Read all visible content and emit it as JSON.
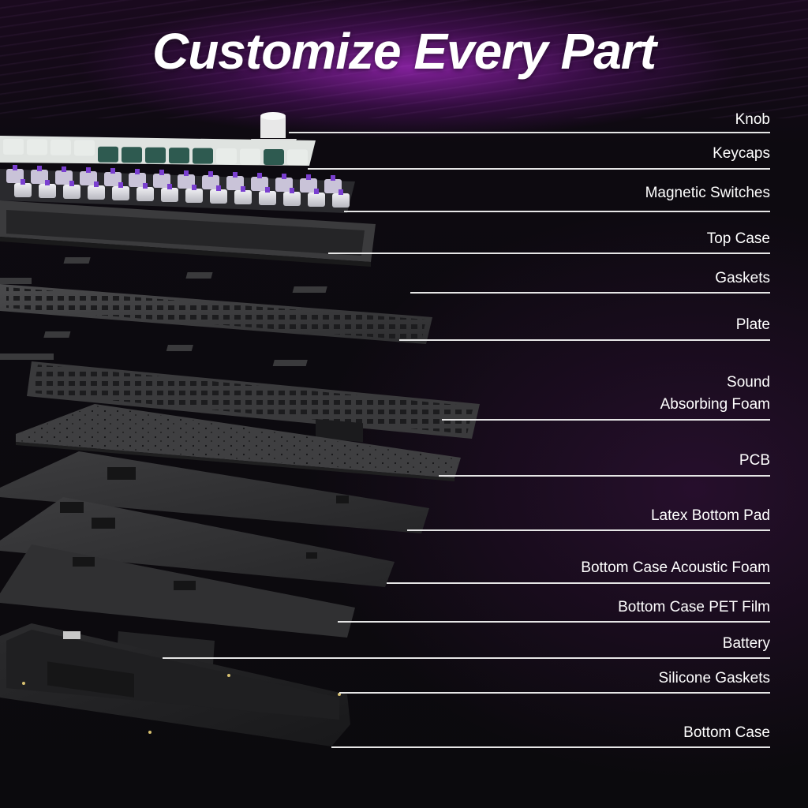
{
  "headline": "Customize Every Part",
  "colors": {
    "accent_glow": "#a828c8",
    "label_text": "#ffffff",
    "leader_line": "#e6e6e6",
    "switch_purple": "#7a3fd0",
    "keycap_green": "#2e5a50",
    "keycap_white": "#e8ece9"
  },
  "parts": [
    {
      "label": "Knob",
      "icon": "knob-icon"
    },
    {
      "label": "Keycaps"
    },
    {
      "label": "Magnetic Switches"
    },
    {
      "label": "Top Case"
    },
    {
      "label": "Gaskets"
    },
    {
      "label": "Plate"
    },
    {
      "label_line1": "Sound",
      "label_line2": "Absorbing Foam"
    },
    {
      "label": "PCB"
    },
    {
      "label": "Latex Bottom Pad"
    },
    {
      "label": "Bottom Case Acoustic Foam"
    },
    {
      "label": "Bottom Case PET Film"
    },
    {
      "label": "Battery"
    },
    {
      "label": "Silicone Gaskets"
    },
    {
      "label": "Bottom Case"
    }
  ]
}
